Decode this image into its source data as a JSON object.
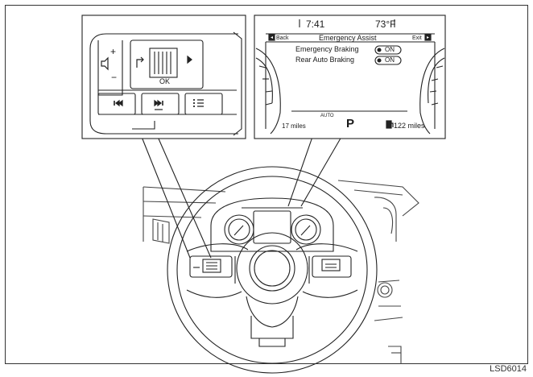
{
  "figure_code": "LSD6014",
  "display": {
    "time": "7:41",
    "temperature": "73°F",
    "back_label": "Back",
    "title": "Emergency Assist",
    "exit_label": "Exit",
    "settings": [
      {
        "label": "Emergency Braking",
        "value": "ON"
      },
      {
        "label": "Rear Auto Braking",
        "value": "ON"
      }
    ],
    "mode": "AUTO",
    "gear": "P",
    "left_range": "17 miles",
    "fuel_range": "122 miles"
  },
  "switch_panel": {
    "ok_label": "OK",
    "plus_label": "+",
    "minus_label": "−"
  },
  "icons": [
    "volume-icon",
    "return-icon",
    "right-arrow-icon",
    "track-back-icon",
    "track-forward-icon",
    "menu-list-icon",
    "back-arrow-icon",
    "exit-arrow-icon",
    "fuel-pump-icon"
  ]
}
